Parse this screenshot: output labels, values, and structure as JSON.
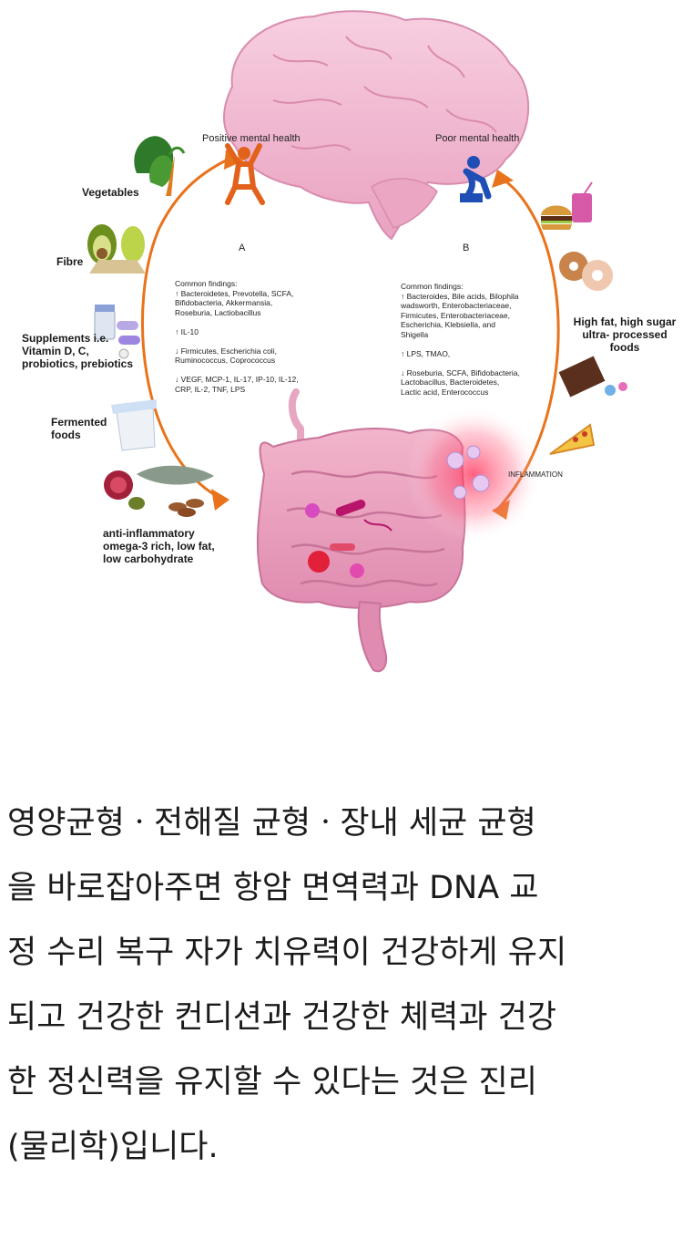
{
  "diagram": {
    "positive_label": "Positive mental health",
    "poor_label": "Poor mental health",
    "panel_a": "A",
    "panel_b": "B",
    "left_foods": {
      "vegetables": "Vegetables",
      "fibre": "Fibre",
      "supplements": "Supplements i.e.\nVitamin D, C,\nprobiotics, prebiotics",
      "fermented": "Fermented\nfoods",
      "antiinflammatory": "anti-inflammatory\nomega-3 rich, low fat,\nlow carbohydrate"
    },
    "right_foods": {
      "processed": "High fat, high sugar\nultra- processed\nfoods",
      "inflammation": "INFLAMMATION"
    },
    "findings_a": "Common findings:\n↑ Bacteroidetes, Prevotella, SCFA,\nBifidobacteria, Akkermansia,\nRoseburia, Lactiobacillus\n\n↑ IL-10\n\n↓ Firmicutes, Escherichia coli,\nRuminococcus, Coprococcus\n\n↓ VEGF, MCP-1, IL-17, IP-10, IL-12,\nCRP, IL-2, TNF, LPS",
    "findings_b": "Common findings:\n↑ Bacteroides, Bile acids, Bilophila\nwadsworth, Enterobacteriaceae,\nFirmicutes, Enterobacteriaceae,\nEscherichia, Klebsiella, and\nShigella\n\n↑ LPS, TMAO,\n\n↓ Roseburia, SCFA, Bifidobacteria,\nLactobacillus,  Bacteroidetes,\nLactic acid, Enterococcus",
    "colors": {
      "arrow": "#e8731c",
      "brain": "#f2b8d2",
      "gut": "#e9a3bf",
      "inflammation": "#ff3b5c"
    }
  },
  "article": {
    "lines": [
      "영양균형ㆍ전해질 균형ㆍ장내 세균 균형",
      "을 바로잡아주면 항암 면역력과 DNA 교",
      "정 수리 복구 자가 치유력이 건강하게 유지",
      "되고 건강한 컨디션과 건강한 체력과 건강",
      "한 정신력을 유지할 수 있다는 것은 진리",
      "(물리학)입니다."
    ]
  }
}
